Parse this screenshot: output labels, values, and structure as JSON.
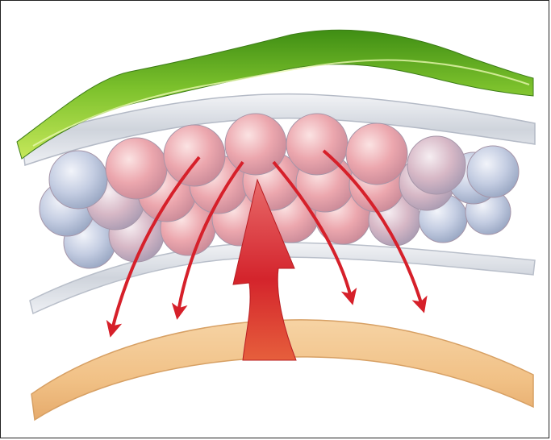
{
  "illustration": {
    "layers": [
      "outer-green-layer",
      "upper-membrane",
      "bubble-cells",
      "lower-membrane",
      "base-tissue"
    ],
    "arrows": {
      "count": 4,
      "direction": "downward-outward"
    },
    "central_arrow": {
      "direction": "upward"
    }
  },
  "colors": {
    "green_dark": "#4e9a1a",
    "green_light": "#b8e04a",
    "membrane": "#d9dde4",
    "cell_pink": "#e9a4ab",
    "cell_blue": "#b9c6dd",
    "arrow_red": "#d6202a",
    "tissue": "#f3c892"
  }
}
